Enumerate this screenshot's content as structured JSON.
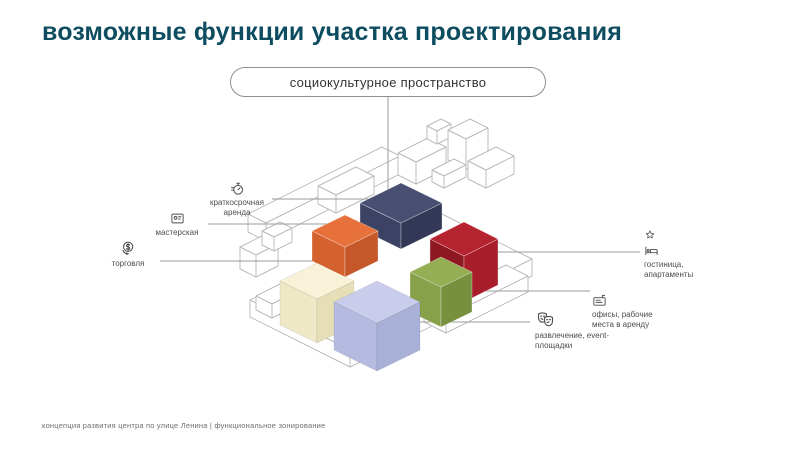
{
  "slide": {
    "title": "возможные функции участка проектирования",
    "callout": "социокультурное пространство",
    "footer": "концепция развития центра по улице Ленина | функциональное зонирование",
    "title_color": "#0e4d60",
    "leader_line_color": "#9b9b9b",
    "building_outline_color": "#bcbcbc"
  },
  "zones": [
    {
      "name": "short-term-rent",
      "label": "краткосрочная аренда",
      "icon": "stopwatch-icon",
      "color": "#484f73"
    },
    {
      "name": "workshop",
      "label": "мастерская",
      "icon": "picture-icon",
      "color": "#e6713a"
    },
    {
      "name": "commerce",
      "label": "торговля",
      "icon": "money-icon",
      "color": "#f7f2d8"
    },
    {
      "name": "hotel-apartments",
      "label": "гостиница, апартаменты",
      "icon": "star-bed-icon",
      "color": "#b52330"
    },
    {
      "name": "offices",
      "label": "офисы, рабочие места в аренду",
      "icon": "card-icon",
      "color": "#95ae53"
    },
    {
      "name": "entertainment-events",
      "label": "развлечение, event-площадки",
      "icon": "masks-icon",
      "color": "#c9cdeb"
    }
  ]
}
